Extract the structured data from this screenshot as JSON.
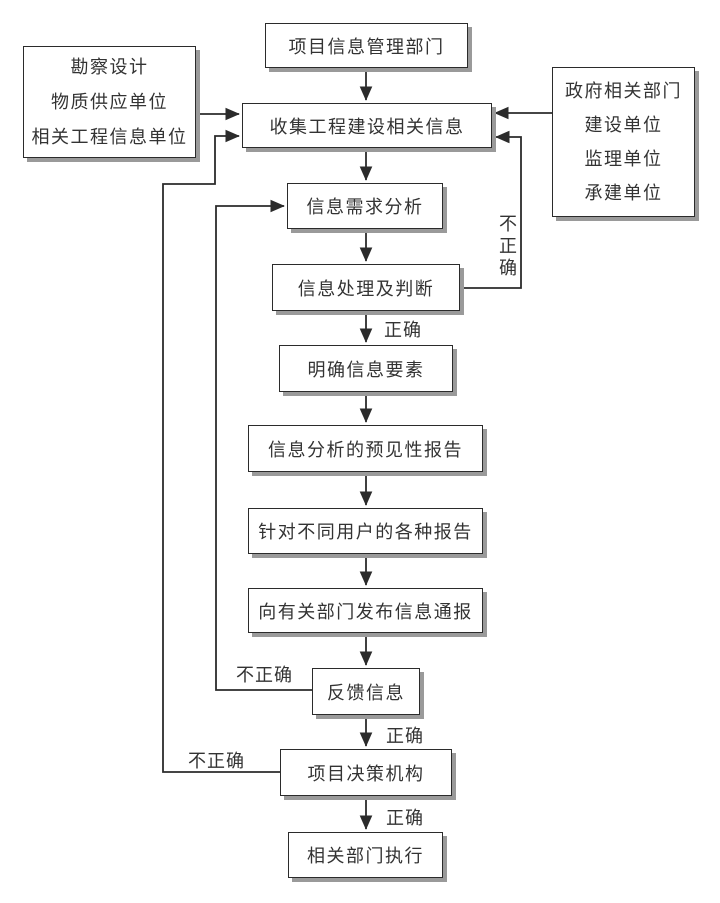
{
  "diagram": {
    "title_box": "项目信息管理部门",
    "left_sources": [
      "勘察设计",
      "物质供应单位",
      "相关工程信息单位"
    ],
    "right_sources": [
      "政府相关部门",
      "建设单位",
      "监理单位",
      "承建单位"
    ],
    "steps": {
      "collect": "收集工程建设相关信息",
      "demand": "信息需求分析",
      "process": "信息处理及判断",
      "clarify": "明确信息要素",
      "forecast": "信息分析的预见性报告",
      "reports": "针对不同用户的各种报告",
      "notify": "向有关部门发布信息通报",
      "feedback": "反馈信息",
      "decision": "项目决策机构",
      "execute": "相关部门执行"
    },
    "edge_labels": {
      "correct_process": "正确",
      "correct_feedback": "正确",
      "correct_decision": "正确",
      "incorrect_process": "不正确",
      "incorrect_feedback": "不正确",
      "incorrect_decision": "不正确"
    },
    "colors": {
      "line": "#2b2b2b",
      "box_border": "#2b2b2b",
      "box_shadow": "#9a9a9a",
      "background": "#ffffff",
      "text": "#333333"
    }
  }
}
